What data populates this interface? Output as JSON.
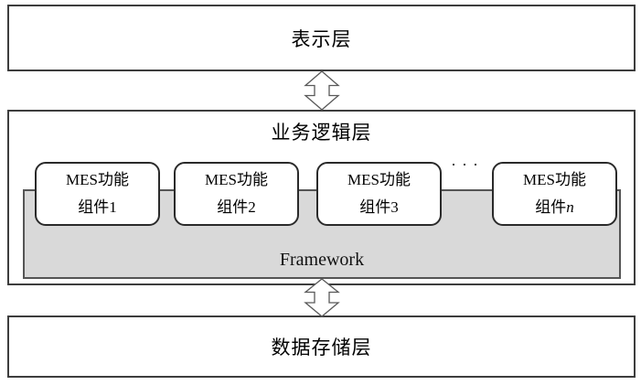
{
  "layers": {
    "presentation": {
      "label": "表示层"
    },
    "business": {
      "label": "业务逻辑层",
      "framework": {
        "label": "Framework"
      },
      "ellipsis": "···",
      "components": [
        {
          "line1": "MES功能",
          "line2_base": "组件",
          "line2_var": "1"
        },
        {
          "line1": "MES功能",
          "line2_base": "组件",
          "line2_var": "2"
        },
        {
          "line1": "MES功能",
          "line2_base": "组件",
          "line2_var": "3"
        },
        {
          "line1": "MES功能",
          "line2_base": "组件",
          "line2_var": "n"
        }
      ]
    },
    "storage": {
      "label": "数据存储层"
    }
  },
  "icons": {
    "top_connector": "double-vertical-arrow",
    "bottom_connector": "double-vertical-arrow"
  },
  "colors": {
    "background": "#ffffff",
    "layer_border": "#3d3d3d",
    "component_border": "#2a2a2a",
    "framework_fill": "#d9d9d9",
    "framework_border": "#555555",
    "arrow_fill": "#ffffff",
    "arrow_outline": "#595959",
    "text": "#000000"
  }
}
